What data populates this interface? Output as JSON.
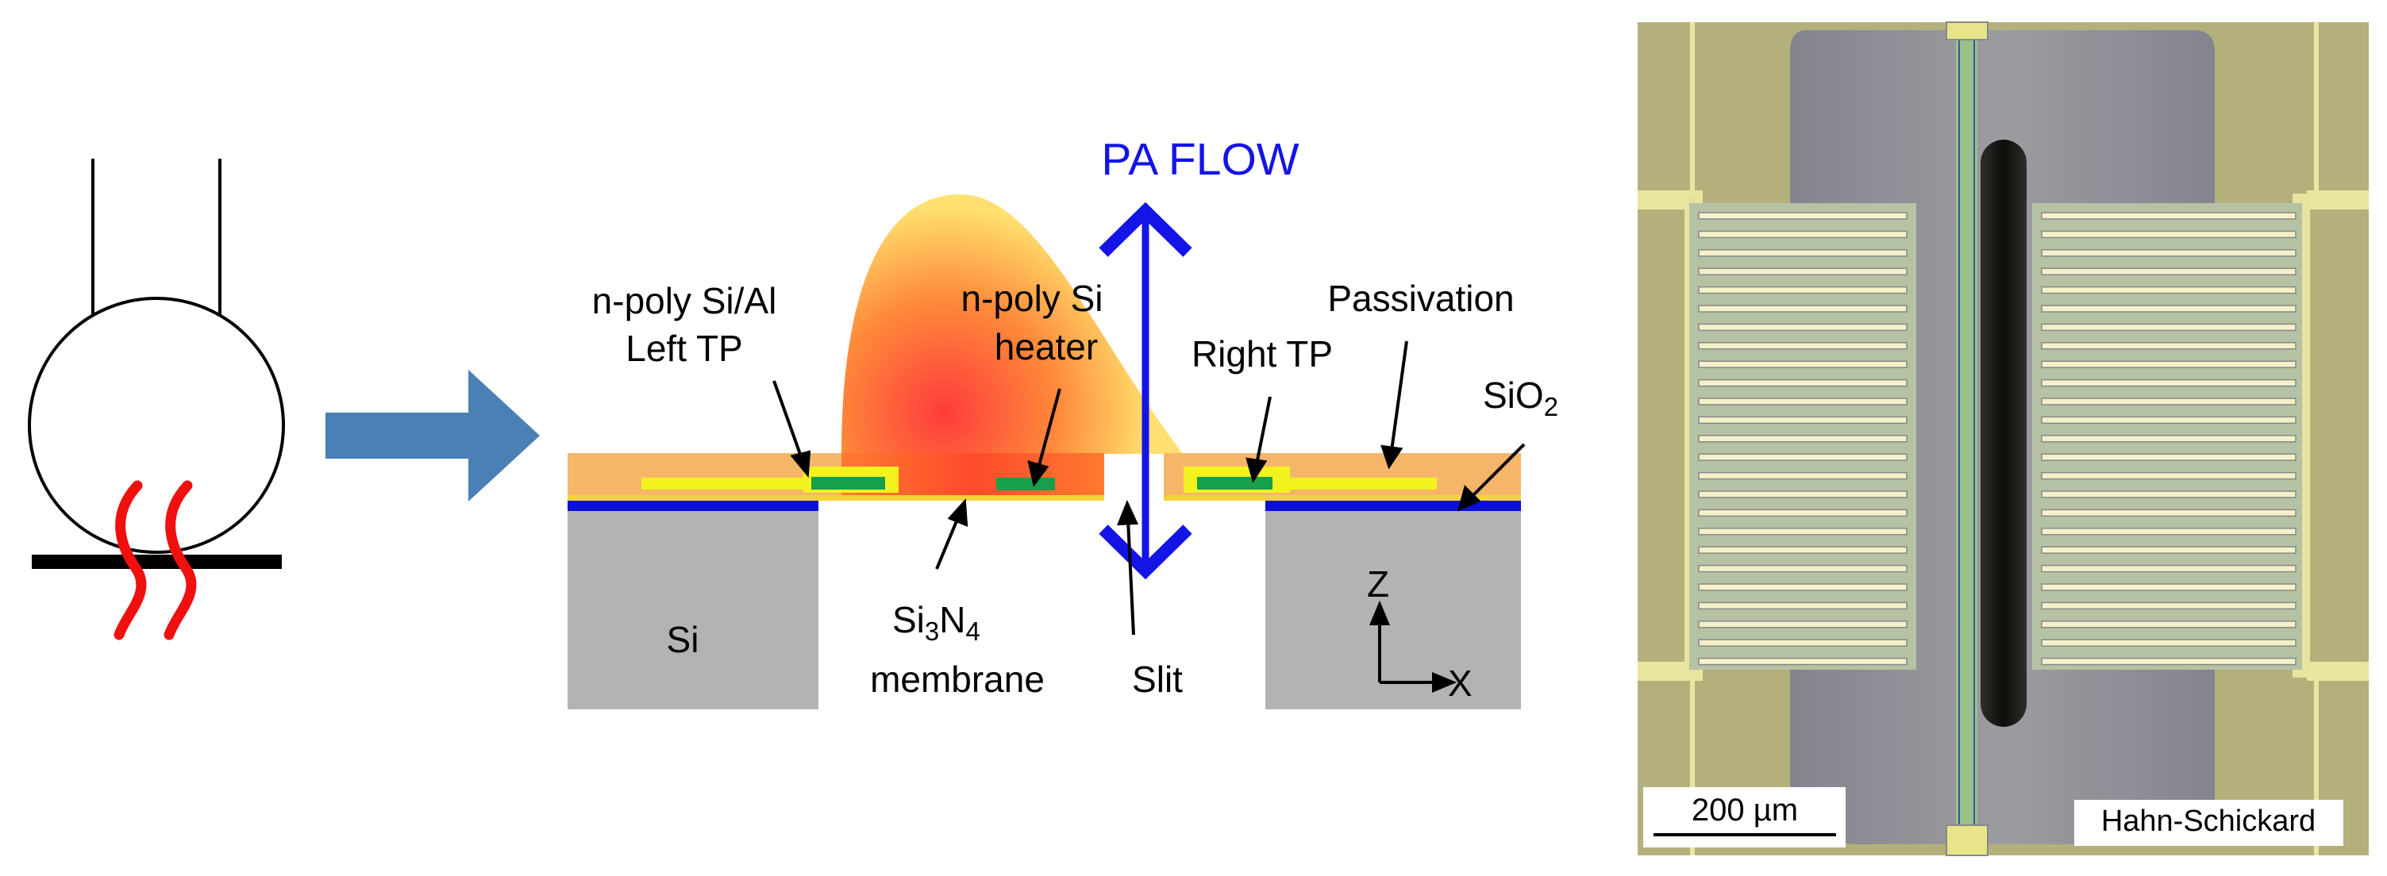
{
  "labels": {
    "pa_flow": "PA FLOW",
    "npoly_si_al": "n-poly Si/Al",
    "left_tp": "Left TP",
    "npoly_si": "n-poly Si",
    "heater": "heater",
    "right_tp": "Right TP",
    "passivation": "Passivation",
    "sio2_main": "SiO",
    "sio2_sub": "2",
    "si": "Si",
    "si3n4_a": "Si",
    "si3n4_b": "3",
    "si3n4_c": "N",
    "si3n4_d": "4",
    "membrane": "membrane",
    "slit": "Slit",
    "axis_z": "Z",
    "axis_x": "X"
  },
  "micrograph": {
    "scale_bar": "200 µm",
    "watermark": "Hahn-Schickard"
  },
  "colors": {
    "arrow_blue": "#4a80b4",
    "flow_blue": "#1414e6",
    "sio2_blue": "#0a10d8",
    "silicon_gray": "#b3b3b3",
    "passivation_orange": "#f6b66a",
    "tp_yellow": "#f2f21e",
    "heater_green": "#16a04a",
    "flame_red": "#f01010",
    "chip_olive": "#b4b07c"
  }
}
